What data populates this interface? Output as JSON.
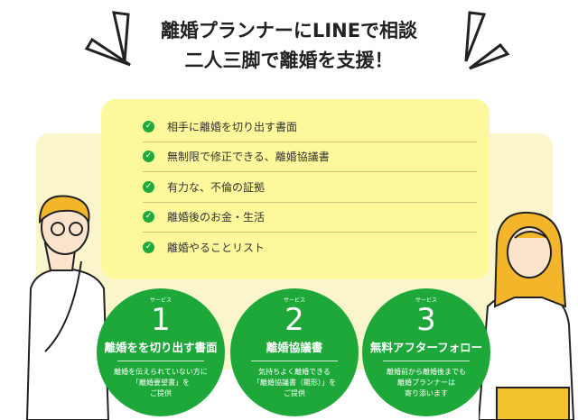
{
  "header": {
    "line1": "離婚プランナーにLINEで相談",
    "line2": "二人三脚で離婚を支援！"
  },
  "features": [
    "相手に離婚を切り出す書面",
    "無制限で修正できる、離婚協議書",
    "有力な、不倫の証拠",
    "離婚後のお金・生活",
    "離婚やることリスト"
  ],
  "services": [
    {
      "label": "サービス",
      "number": "1",
      "name": "離婚をを切り出す書面",
      "desc": [
        "離婚を伝えられていない方に",
        "「離婚要望書」を",
        "ご提供"
      ]
    },
    {
      "label": "サービス",
      "number": "2",
      "name": "離婚協議書",
      "desc": [
        "気持ちよく離婚できる",
        "「離婚協議書（雛形）」を",
        "ご提供"
      ]
    },
    {
      "label": "サービス",
      "number": "3",
      "name": "無料アフターフォロー",
      "desc": [
        "離婚前から離婚後までも",
        "離婚プランナーは",
        "寄り添います"
      ]
    }
  ],
  "colors": {
    "green": "#1ea83a",
    "yellow": "#fdf89c",
    "cream": "#fbf5cc"
  }
}
